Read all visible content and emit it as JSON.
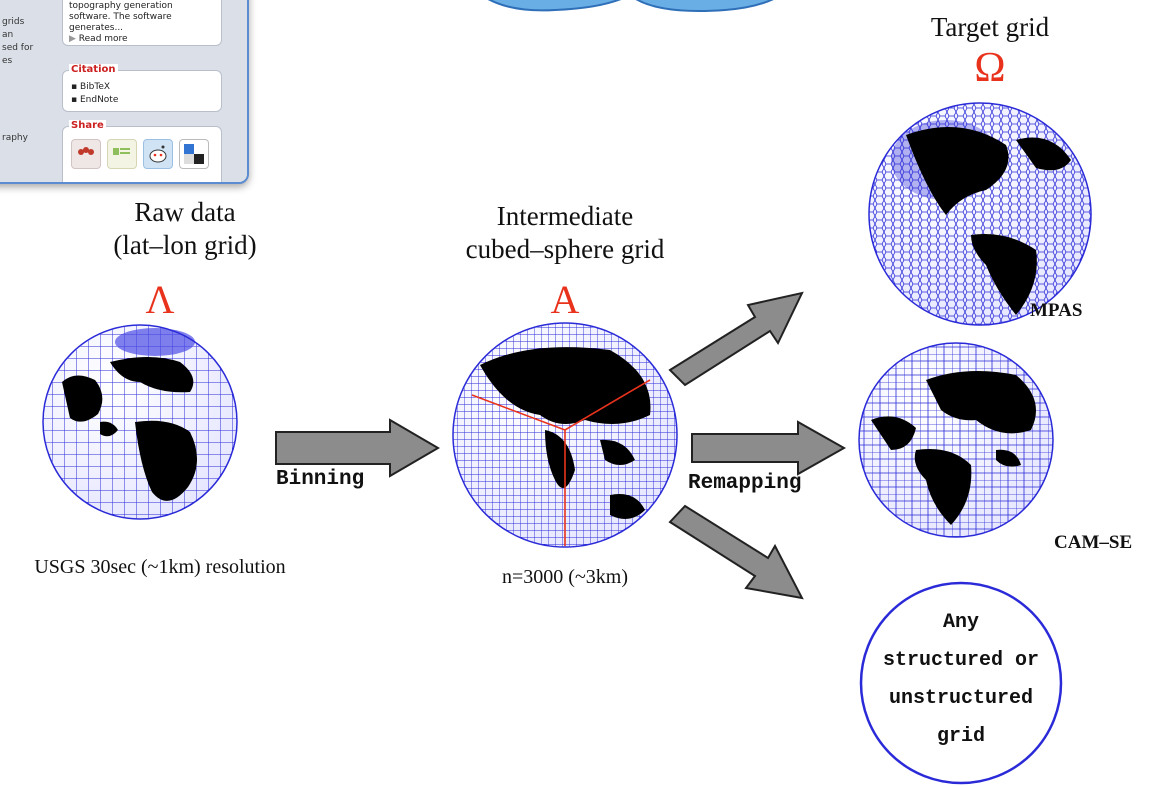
{
  "panel": {
    "left_lines": [
      "grids",
      "an",
      "sed for",
      "es",
      "raphy"
    ],
    "description_box": {
      "text_lines": [
        "topography generation",
        "software. The software",
        "generates..."
      ],
      "read_more": "Read more"
    },
    "citation_box": {
      "title": "Citation",
      "items": [
        "BibTeX",
        "EndNote"
      ]
    },
    "share_box": {
      "title": "Share"
    }
  },
  "raw": {
    "title_line1": "Raw data",
    "title_line2": "(lat–lon grid)",
    "symbol": "Λ",
    "caption": "USGS 30sec (~1km) resolution"
  },
  "intermediate": {
    "title_line1": "Intermediate",
    "title_line2": "cubed–sphere grid",
    "symbol": "A",
    "caption": "n=3000 (~3km)"
  },
  "target": {
    "title": "Target grid",
    "symbol": "Ω",
    "mpas": "MPAS",
    "camse": "CAM–SE",
    "any_lines": [
      "Any",
      "structured or",
      "unstructured",
      "grid"
    ]
  },
  "arrows": {
    "binning": "Binning",
    "remapping": "Remapping"
  },
  "colors": {
    "grid_blue": "#2a2ad8",
    "symbol_red": "#e8321c",
    "arrow_gray": "#8c8c8c",
    "panel_border": "#5b8bd0"
  }
}
